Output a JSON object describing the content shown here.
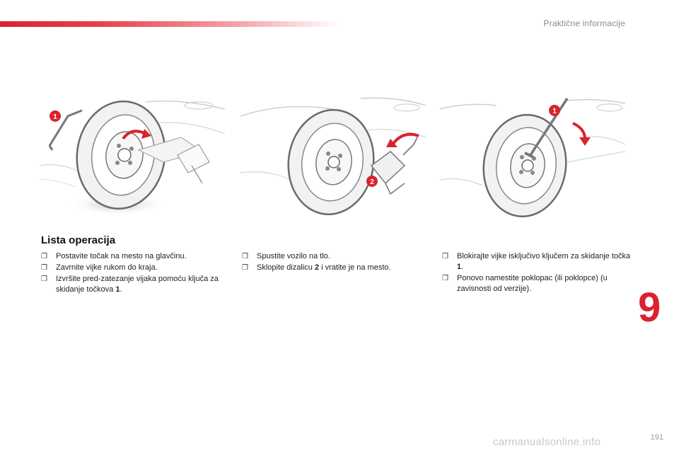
{
  "header": {
    "title": "Praktične informacije",
    "accent_color": "#d9232e"
  },
  "illustrations": [
    {
      "name": "wheel-tighten-bolts",
      "callouts": [
        "1"
      ]
    },
    {
      "name": "lower-vehicle-fold-jack",
      "callouts": [
        "2"
      ]
    },
    {
      "name": "block-bolts-wrench",
      "callouts": [
        "1"
      ]
    }
  ],
  "section": {
    "title": "Lista operacija",
    "columns": [
      {
        "items": [
          {
            "text": "Postavite točak na mesto na glavčinu."
          },
          {
            "text": "Zavrnite vijke rukom do kraja."
          },
          {
            "text": "Izvršite pred-zatezanje vijaka pomoću ključa za skidanje točkova ",
            "bold": "1",
            "after": "."
          }
        ]
      },
      {
        "items": [
          {
            "text": "Spustite vozilo na tlo."
          },
          {
            "text": "Sklopite dizalicu ",
            "bold": "2",
            "after": " i vratite je na mesto."
          }
        ]
      },
      {
        "items": [
          {
            "text": "Blokirajte vijke isključivo ključem za skidanje točka ",
            "bold": "1",
            "after": "."
          },
          {
            "text": "Ponovo namestite poklopac (ili poklopce) (u zavisnosti od verzije)."
          }
        ]
      }
    ],
    "bullet_glyph": "❐"
  },
  "chapter_number": "9",
  "page_number": "191",
  "watermark": "carmanualsonline.info"
}
